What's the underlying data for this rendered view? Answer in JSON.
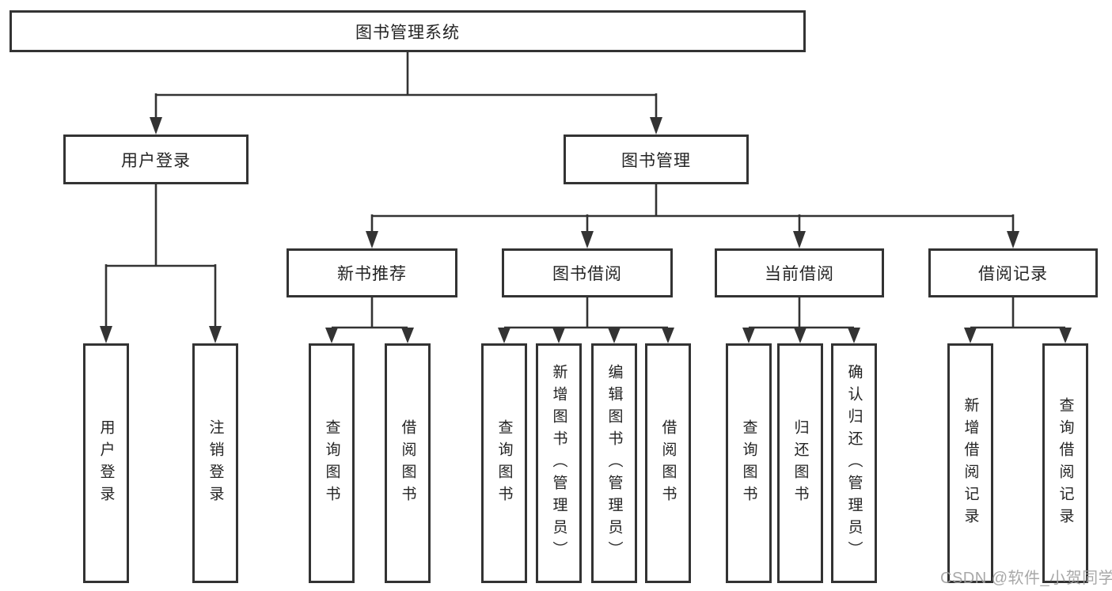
{
  "tree": {
    "root": {
      "label": "图书管理系统"
    },
    "level2": [
      {
        "label": "用户登录",
        "leaves": [
          "用户登录",
          "注销登录"
        ]
      },
      {
        "label": "图书管理",
        "sections": [
          {
            "label": "新书推荐",
            "leaves": [
              "查询图书",
              "借阅图书"
            ]
          },
          {
            "label": "图书借阅",
            "leaves": [
              "查询图书",
              "新增图书（管理员）",
              "编辑图书（管理员）",
              "借阅图书"
            ]
          },
          {
            "label": "当前借阅",
            "leaves": [
              "查询图书",
              "归还图书",
              "确认归还（管理员）"
            ]
          },
          {
            "label": "借阅记录",
            "leaves": [
              "新增借阅记录",
              "查询借阅记录"
            ]
          }
        ]
      }
    ]
  },
  "watermark": {
    "text": "CSDN @软件_小贺同学"
  },
  "colors": {
    "line": "#333333",
    "text": "#242424",
    "watermark": "#9e9e9e",
    "background": "#ffffff"
  }
}
